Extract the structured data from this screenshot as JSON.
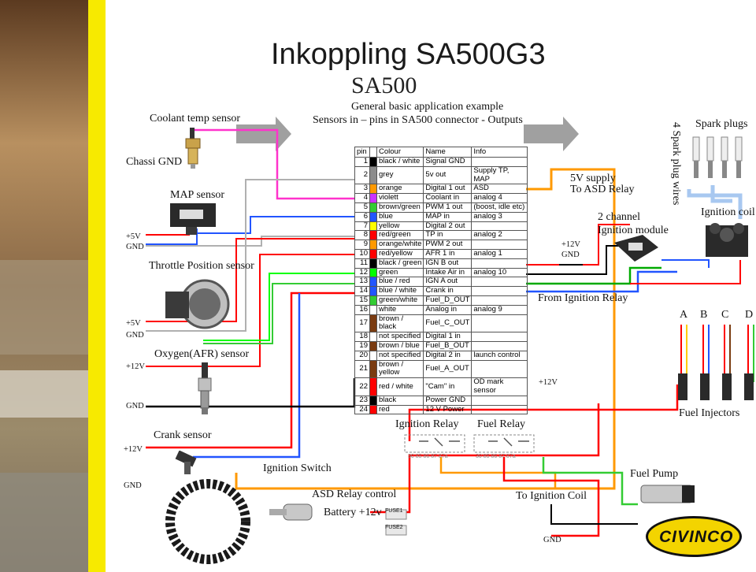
{
  "title": "Inkoppling SA500G3",
  "subtitle": "SA500",
  "description_line1": "General basic application example",
  "description_line2": "Sensors in – pins in SA500 connector - Outputs",
  "labels": {
    "chassi_gnd": "Chassi GND",
    "coolant_temp_sensor": "Coolant temp sensor",
    "map_sensor": "MAP sensor",
    "throttle_position_sensor": "Throttle Position sensor",
    "oxygen_sensor": "Oxygen(AFR) sensor",
    "crank_sensor": "Crank sensor",
    "ignition_switch": "Ignition Switch",
    "asd_relay_control": "ASD Relay control",
    "battery": "Battery +12v",
    "ignition_relay": "Ignition Relay",
    "fuel_relay": "Fuel Relay",
    "to_ignition_coil": "To Ignition Coil",
    "fuel_pump": "Fuel Pump",
    "five_v_supply": "5V supply",
    "to_asd_relay": "To ASD Relay",
    "two_channel": "2 channel",
    "ignition_module": "Ignition module",
    "from_ignition_relay": "From Ignition Relay",
    "spark_plug_wires": "4 Spark plug wires",
    "spark_plugs": "Spark plugs",
    "ignition_coil": "Ignition coil",
    "fuel_injectors": "Fuel Injectors",
    "injector_a": "A",
    "injector_b": "B",
    "injector_c": "C",
    "injector_d": "D",
    "logo": "CIVINCO",
    "fuse1": "FUSE1",
    "fuse2": "FUSE2",
    "relay_pins": "30  85  86 87 87a"
  },
  "supply_labels": {
    "p5v_1": "+5V",
    "gnd_1": "GND",
    "p5v_2": "+5V",
    "gnd_2": "GND",
    "p12v_1": "+12V",
    "gnd_3": "GND",
    "p12v_2": "+12V",
    "gnd_4": "GND",
    "p12v_module": "+12V",
    "gnd_module": "GND",
    "p12v_inj": "+12V",
    "gnd_bottom": "GND"
  },
  "table": {
    "headers": [
      "pin",
      "",
      "Colour",
      "Name",
      "Info"
    ],
    "rows": [
      {
        "pin": "1",
        "color": "#000000",
        "colour": "black / white",
        "name": "Signal GND",
        "info": ""
      },
      {
        "pin": "2",
        "color": "#8c8c8c",
        "colour": "grey",
        "name": "5v out",
        "info": "Supply TP, MAP"
      },
      {
        "pin": "3",
        "color": "#ff9900",
        "colour": "orange",
        "name": "Digital 1 out",
        "info": "ASD"
      },
      {
        "pin": "4",
        "color": "#cc33ff",
        "colour": "violett",
        "name": "Coolant in",
        "info": "analog 4"
      },
      {
        "pin": "5",
        "color": "#33cc33",
        "colour": "brown/green",
        "name": "PWM 1 out",
        "info": "(boost, idle etc)"
      },
      {
        "pin": "6",
        "color": "#2255ff",
        "colour": "blue",
        "name": "MAP  in",
        "info": "analog 3"
      },
      {
        "pin": "7",
        "color": "#ffff00",
        "colour": "yellow",
        "name": "Digital 2 out",
        "info": ""
      },
      {
        "pin": "8",
        "color": "#ff0000",
        "colour": "red/green",
        "name": "TP  in",
        "info": "analog 2"
      },
      {
        "pin": "9",
        "color": "#ff9900",
        "colour": "orange/white",
        "name": "PWM 2 out",
        "info": ""
      },
      {
        "pin": "10",
        "color": "#ff0000",
        "colour": "red/yellow",
        "name": "AFR 1 in",
        "info": "analog 1"
      },
      {
        "pin": "11",
        "color": "#000000",
        "colour": "black / green",
        "name": "IGN B out",
        "info": ""
      },
      {
        "pin": "12",
        "color": "#00ff00",
        "colour": "green",
        "name": "Intake Air  in",
        "info": "analog 10"
      },
      {
        "pin": "13",
        "color": "#2255ff",
        "colour": "blue / red",
        "name": "IGN A out",
        "info": ""
      },
      {
        "pin": "14",
        "color": "#2255ff",
        "colour": "blue / white",
        "name": "Crank in",
        "info": ""
      },
      {
        "pin": "15",
        "color": "#33cc33",
        "colour": "green/white",
        "name": "Fuel_D_OUT",
        "info": ""
      },
      {
        "pin": "16",
        "color": "#ffffff",
        "colour": "white",
        "name": "Analog in",
        "info": "analog 9"
      },
      {
        "pin": "17",
        "color": "#7a3b10",
        "colour": "brown / black",
        "name": "Fuel_C_OUT",
        "info": ""
      },
      {
        "pin": "18",
        "color": "#ffffff",
        "colour": "not specified",
        "name": "Digital 1 in",
        "info": ""
      },
      {
        "pin": "19",
        "color": "#7a3b10",
        "colour": "brown / blue",
        "name": "Fuel_B_OUT",
        "info": ""
      },
      {
        "pin": "20",
        "color": "#ffffff",
        "colour": "not specified",
        "name": "Digital 2 in",
        "info": "launch control"
      },
      {
        "pin": "21",
        "color": "#7a3b10",
        "colour": "brown / yellow",
        "name": "Fuel_A_OUT",
        "info": ""
      },
      {
        "pin": "22",
        "color": "#ff0000",
        "colour": "red / white",
        "name": "\"Cam\" in",
        "info": "OD mark sensor"
      },
      {
        "pin": "23",
        "color": "#000000",
        "colour": "black",
        "name": "Power GND",
        "info": ""
      },
      {
        "pin": "24",
        "color": "#ff0000",
        "colour": "red",
        "name": "12 V Power",
        "info": ""
      }
    ]
  },
  "colors": {
    "left_stripe_yellow": "#f7ea00",
    "wire_pink": "#ff33cc",
    "wire_red": "#ff0000",
    "wire_blue": "#2255ff",
    "wire_orange": "#ff9900",
    "wire_green": "#33cc33",
    "wire_grey": "#b0b0b0",
    "wire_black": "#000000",
    "wire_brown": "#7a3b10",
    "arrow_grey": "#a0a0a0",
    "light_blue": "#a8c8f0",
    "logo_yellow": "#f3d400"
  },
  "icons": [
    "coolant-sensor-icon",
    "map-sensor-icon",
    "throttle-body-icon",
    "oxygen-sensor-icon",
    "crank-sensor-icon",
    "trigger-wheel-icon",
    "ignition-key-icon",
    "fuse-icon",
    "relay-icon",
    "ignition-module-icon",
    "spark-plug-icon",
    "ignition-coil-icon",
    "fuel-injector-icon",
    "fuel-pump-icon",
    "civinco-logo-icon"
  ]
}
